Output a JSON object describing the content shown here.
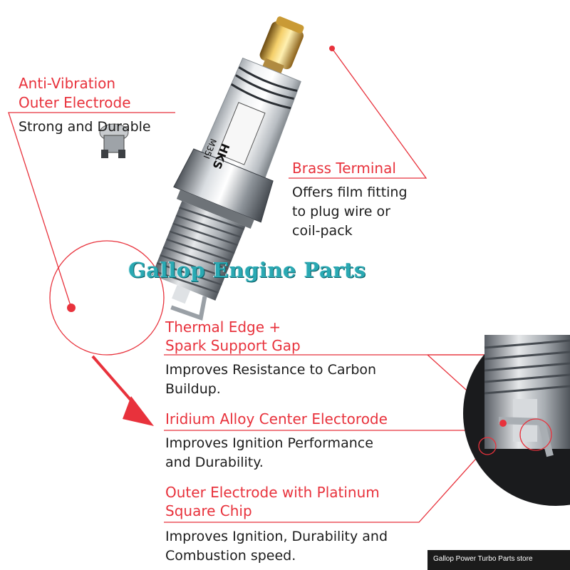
{
  "callouts": {
    "outer_electrode": {
      "title_1": "Anti-Vibration",
      "title_2": "Outer Electrode",
      "desc_1": "Strong and Durable"
    },
    "brass_terminal": {
      "title": "Brass Terminal",
      "desc_1": "Offers film fitting",
      "desc_2": "to plug wire or",
      "desc_3": "coil-pack"
    },
    "thermal_edge": {
      "title_1": "Thermal Edge +",
      "title_2": "Spark Support Gap",
      "desc_1": "Improves Resistance to Carbon",
      "desc_2": "Buildup."
    },
    "iridium": {
      "title": "Iridium Alloy Center Electorode",
      "desc_1": "Improves Ignition Performance",
      "desc_2": "and Durability."
    },
    "platinum": {
      "title_1": "Outer Electrode with Platinum",
      "title_2": "Square Chip",
      "desc_1": "Improves Ignition, Durability and",
      "desc_2": "Combustion speed."
    }
  },
  "plug_marking": {
    "brand": "HKS",
    "model": "M35I"
  },
  "watermark": "Gallop Engine Parts",
  "store_name": "Gallop Power Turbo Parts store",
  "colors": {
    "accent": "#e8323c",
    "watermark": "#2aa9b3",
    "text": "#1c1c1c"
  }
}
